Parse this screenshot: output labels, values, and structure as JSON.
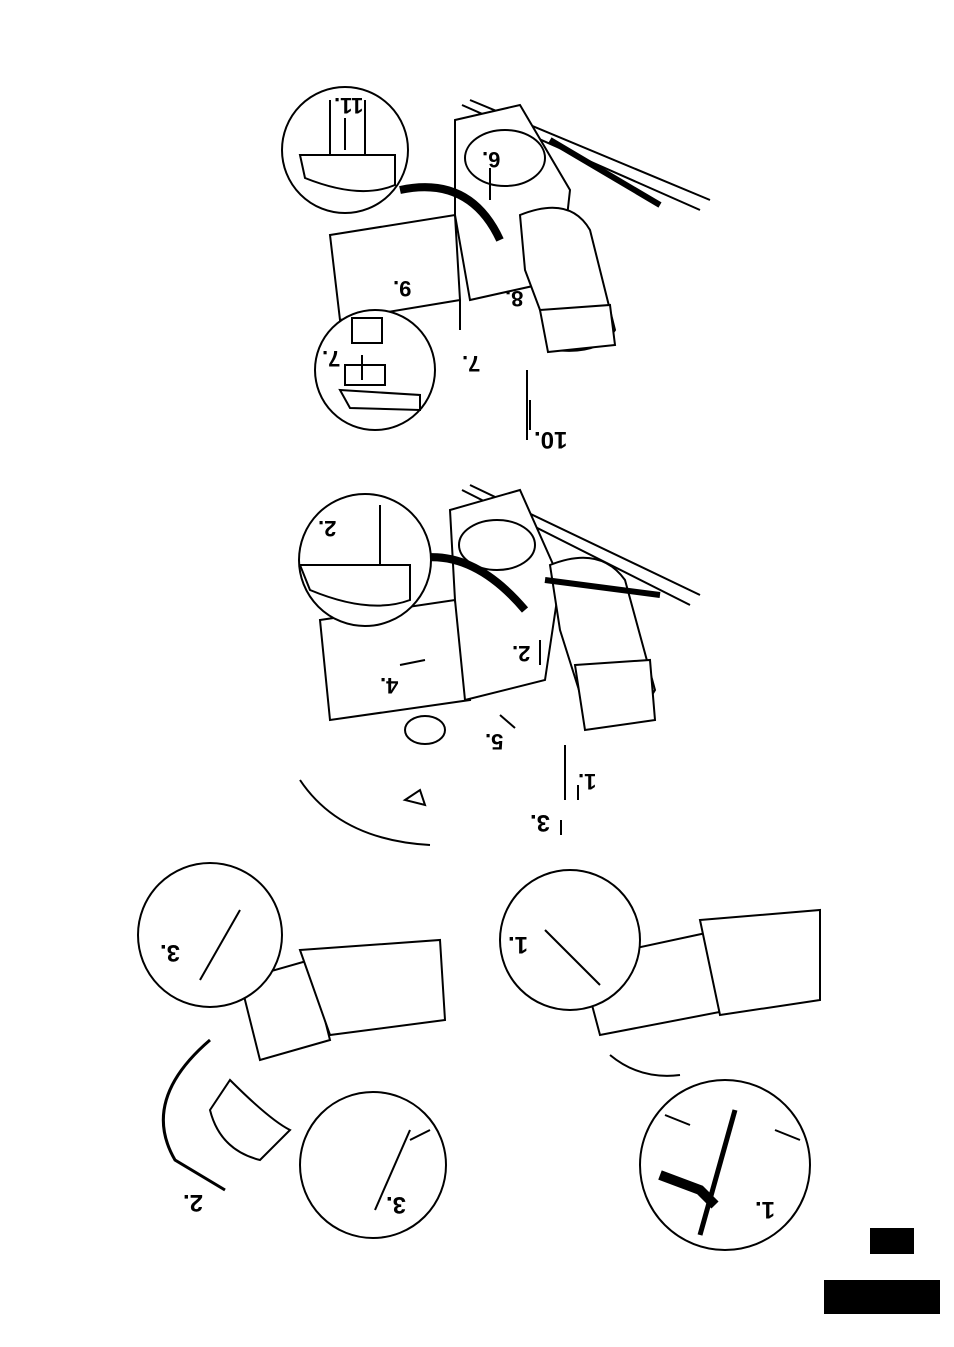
{
  "panel_top": {
    "labels": [
      "11.",
      "6.",
      "9.",
      "8.",
      "7.",
      "7.",
      "10."
    ]
  },
  "panel_middle": {
    "labels": [
      "2.",
      "2.",
      "4.",
      "5.",
      "1.",
      "3."
    ]
  },
  "panel_bottom_left": {
    "labels": [
      "3.",
      "3.",
      "2."
    ]
  },
  "panel_bottom_right": {
    "labels": [
      "1.",
      "1."
    ]
  },
  "icons": [
    "arrow-icon",
    "rotate-icon"
  ]
}
